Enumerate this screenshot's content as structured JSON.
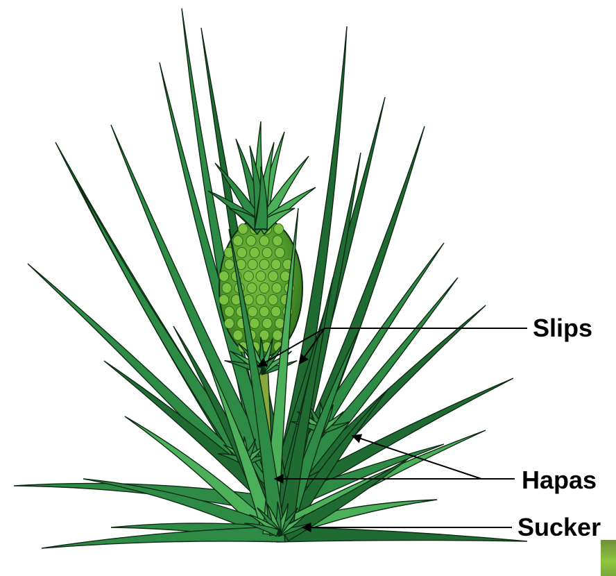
{
  "labels": {
    "slips": "Slips",
    "hapas": "Hapas",
    "sucker": "Sucker"
  },
  "colors": {
    "leaf_dark": "#1f6b32",
    "leaf_mid": "#2e8b45",
    "leaf_light": "#4caf5a",
    "outline": "#0d2a14",
    "fruit": "#4f9a2a",
    "fruit_scale": "#7cc142",
    "stalk": "#8aa83a",
    "pointer": "#000000"
  }
}
